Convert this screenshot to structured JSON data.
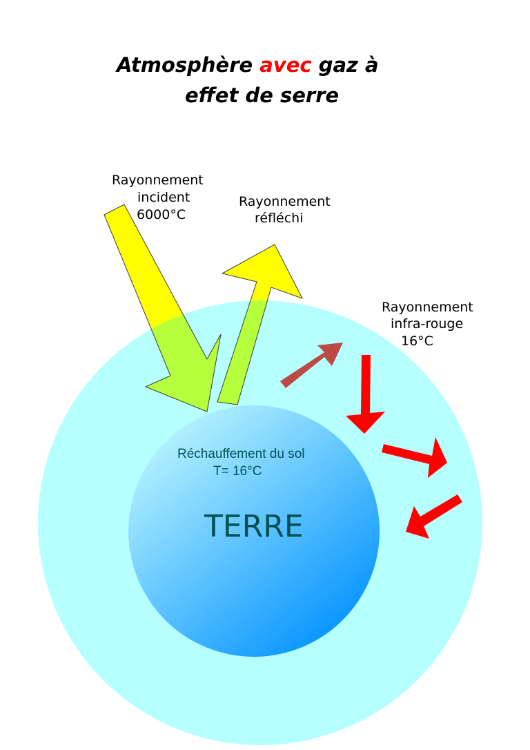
{
  "title": {
    "prefix": "Atmosphère ",
    "highlight": "avec",
    "suffix": " gaz à",
    "line2": "effet de serre"
  },
  "labels": {
    "incident": [
      "Rayonnement",
      "incident",
      "6000°C"
    ],
    "reflected": [
      "Rayonnement",
      "réfléchi"
    ],
    "infrared": [
      "Rayonnement",
      "infra-rouge",
      "16°C"
    ],
    "ground": [
      "Réchauffement du sol",
      "T= 16°C"
    ],
    "earth": "TERRE"
  },
  "colors": {
    "title_text": "#000000",
    "title_highlight": "#ff0000",
    "atmosphere": "#b6ffff",
    "earth_light": "#b6f2ff",
    "earth_dark": "#0091ff",
    "ground_text": "#005555",
    "earth_text": "#004f50",
    "sun_arrow": "#ffff00",
    "sun_arrow_in_atmosphere": "#b6ff3c",
    "ir_arrow": "#ff0000",
    "ir_arrow_escaping": "#bb4a45",
    "outline": "#3a3a3a"
  }
}
